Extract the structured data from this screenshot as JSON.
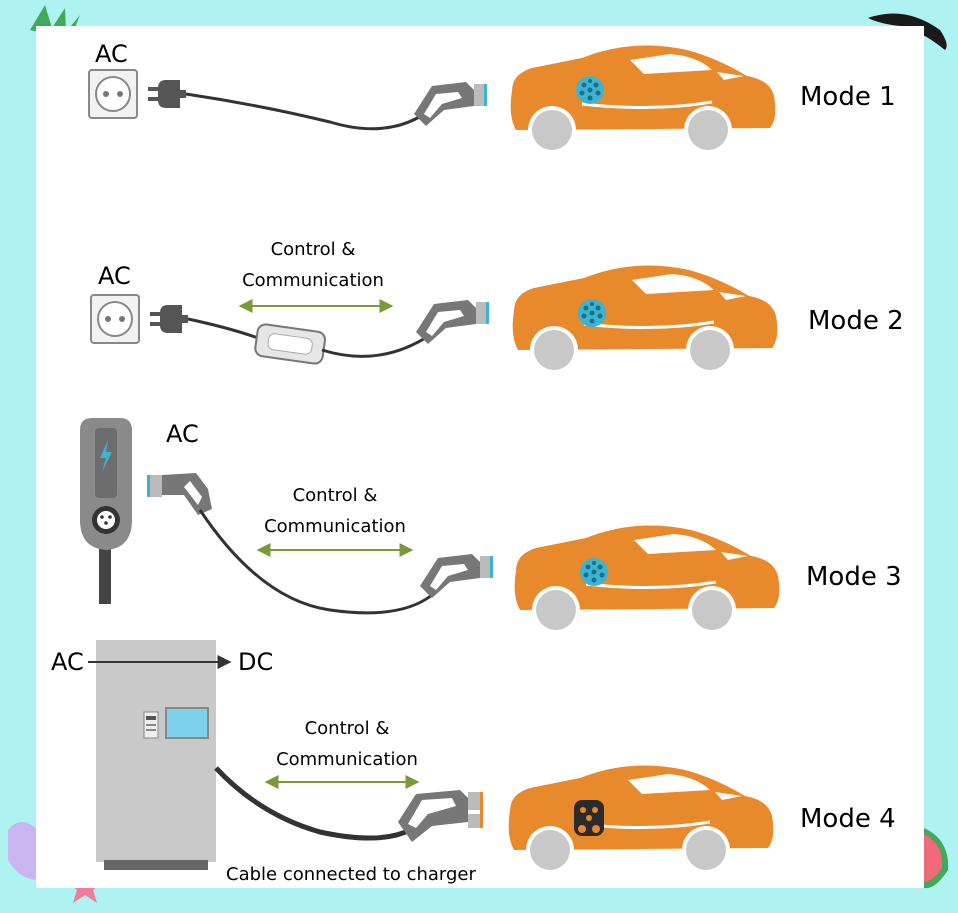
{
  "modes": [
    {
      "label": "Mode 1",
      "source": "AC",
      "control_line1": "",
      "control_line2": ""
    },
    {
      "label": "Mode 2",
      "source": "AC",
      "control_line1": "Control &",
      "control_line2": "Communication"
    },
    {
      "label": "Mode 3",
      "source": "AC",
      "control_line1": "Control &",
      "control_line2": "Communication"
    },
    {
      "label": "Mode 4",
      "source": "AC",
      "output": "DC",
      "control_line1": "Control &",
      "control_line2": "Communication",
      "cable_note": "Cable connected to charger"
    }
  ],
  "colors": {
    "background": "#aef3f1",
    "car_body": "#e8892b",
    "wheel": "#c8c8c8",
    "inlet_ac": "#3bb3d3",
    "inlet_dc": "#2b2b2b",
    "control_arrow": "#7a9a3a",
    "cable": "#333333",
    "wallbox": "#8a8a8a",
    "dc_cabinet": "#c9c9c9"
  },
  "icons": [
    "wall-socket-icon",
    "plug-icon",
    "car-icon",
    "connector-handle-icon",
    "wallbox-icon",
    "lightning-icon",
    "dc-charger-icon"
  ]
}
